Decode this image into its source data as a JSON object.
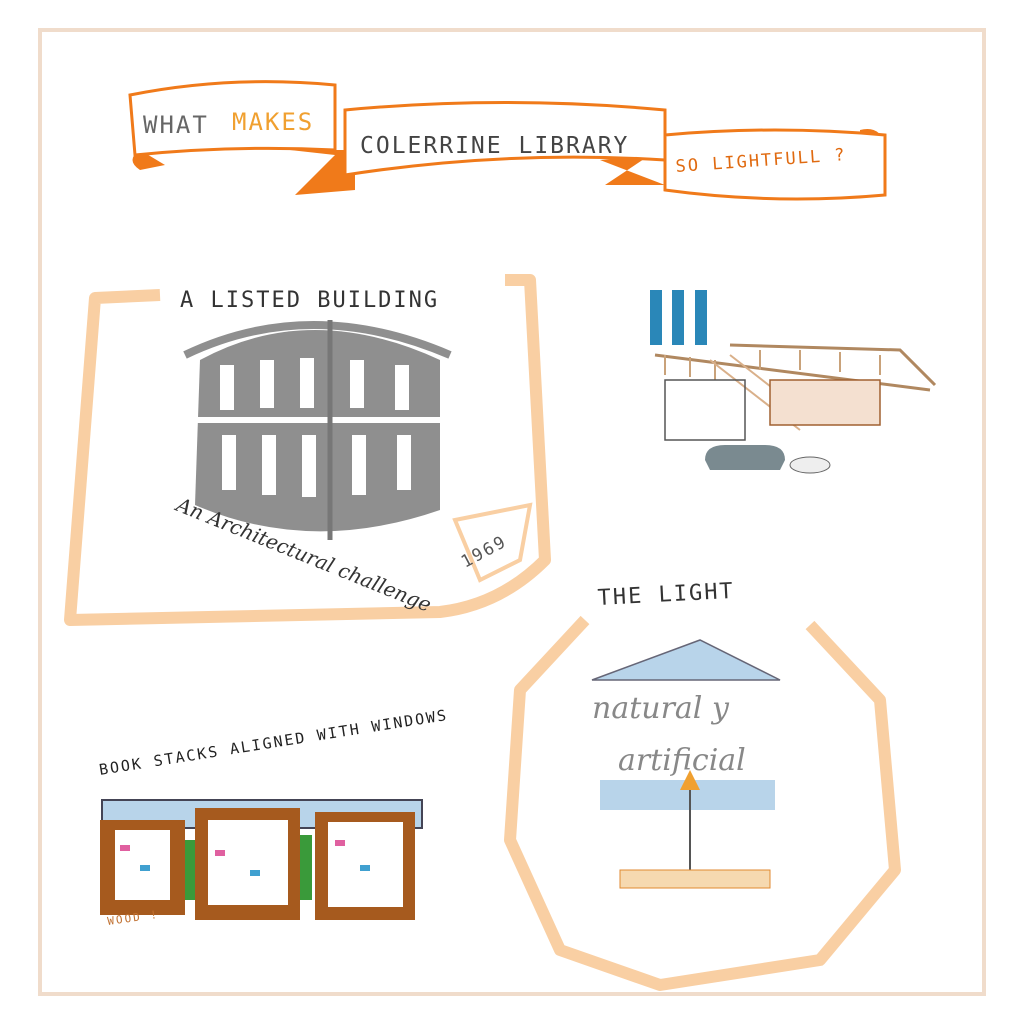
{
  "banner": {
    "part1_a": "WHAT",
    "part1_b": "MAKES",
    "part2": "COLERRINE LIBRARY",
    "part3": "SO LIGHTFULL ?"
  },
  "listed_building": {
    "title": "A LISTED BUILDING",
    "subtitle": "An Architectural challenge",
    "year": "1969"
  },
  "book_stacks": {
    "title": "BOOK STACKS ALIGNED WITH WINDOWS",
    "note": "WOOD !"
  },
  "the_light": {
    "title": "THE LIGHT",
    "line1": "natural y",
    "line2": "artificial"
  },
  "colors": {
    "frame": "#f0dccb",
    "orange": "#f07a1a",
    "peach": "#f9cfa3",
    "gray_building": "#8f8f8f",
    "sky_blue": "#b8d4ea",
    "wood": "#a65a1e"
  }
}
